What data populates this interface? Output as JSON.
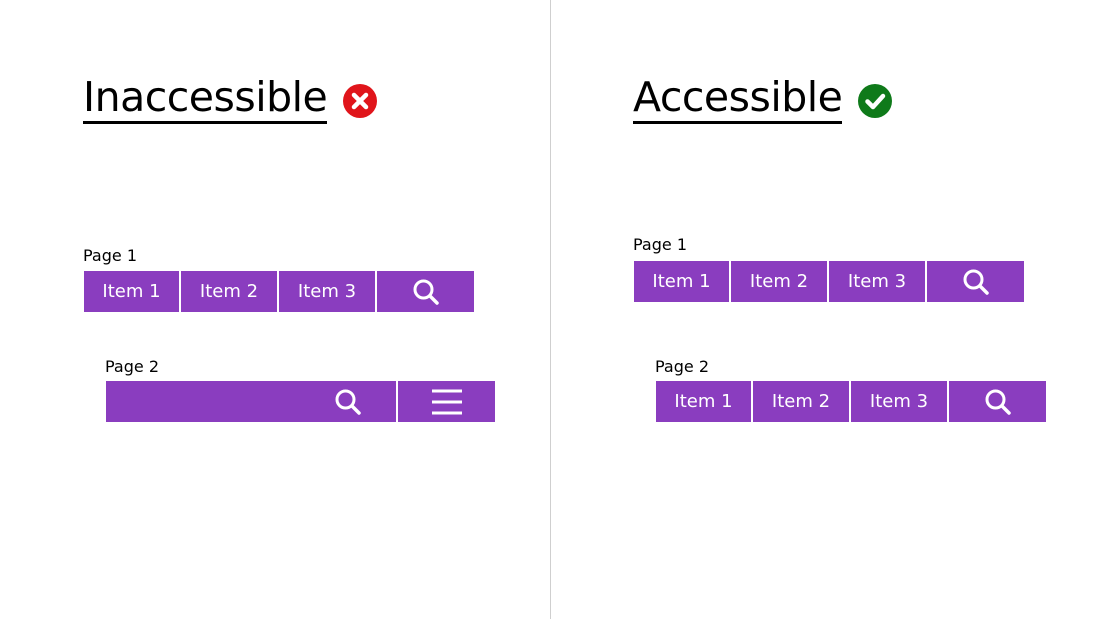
{
  "left": {
    "heading": "Inaccessible",
    "status_icon": "error-x-icon",
    "status_color": "#e0151b",
    "page1": {
      "label": "Page 1",
      "items": [
        "Item 1",
        "Item 2",
        "Item 3"
      ],
      "search_icon": "search-icon"
    },
    "page2": {
      "label": "Page 2",
      "search_icon": "search-icon",
      "menu_icon": "hamburger-menu-icon"
    }
  },
  "right": {
    "heading": "Accessible",
    "status_icon": "check-icon",
    "status_color": "#0f7a1a",
    "page1": {
      "label": "Page 1",
      "items": [
        "Item 1",
        "Item 2",
        "Item 3"
      ],
      "search_icon": "search-icon"
    },
    "page2": {
      "label": "Page 2",
      "items": [
        "Item 1",
        "Item 2",
        "Item 3"
      ],
      "search_icon": "search-icon"
    }
  },
  "colors": {
    "nav_background": "#8a3dbf",
    "nav_text": "#ffffff",
    "divider": "#cfcfcf"
  }
}
